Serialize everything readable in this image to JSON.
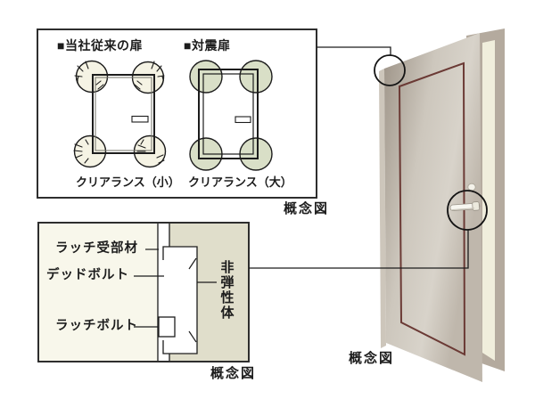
{
  "top_panel": {
    "title_left": "■当社従来の扉",
    "title_right": "■対震扉",
    "caption_left": "クリアランス（小）",
    "caption_right": "クリアランス（大）",
    "note": "概念図"
  },
  "bottom_panel": {
    "label_latch_receiver": "ラッチ受部材",
    "label_dead_bolt": "デッドボルト",
    "label_latch_bolt": "ラッチボルト",
    "label_inelastic_body": "非弾性体",
    "note": "概念図"
  },
  "door_illustration": {
    "note": "概念図"
  },
  "colors": {
    "line": "#1c1c1c",
    "conventional_circle_fill": "#f5f3e4",
    "quake_circle_fill": "#d9dfc7",
    "door_border_maroon": "#6b3a35",
    "door_face_taupe": "#c4bcb1",
    "frame_strip_cream": "#f0eedc",
    "panel_left_fill": "#f8f7eb",
    "panel_right_fill": "#e0decb"
  }
}
